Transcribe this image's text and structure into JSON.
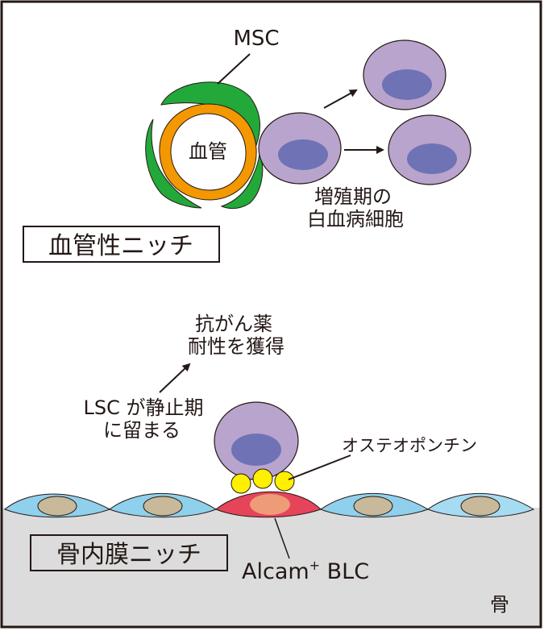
{
  "labels": {
    "msc": "MSC",
    "vessel": "血管",
    "proliferating_line1": "増殖期の",
    "proliferating_line2": "白血病細胞",
    "vascular_niche": "血管性ニッチ",
    "drug_resistance_line1": "抗がん薬",
    "drug_resistance_line2": "耐性を獲得",
    "lsc_quiescent_line1": "LSC が静止期",
    "lsc_quiescent_line2": "に留まる",
    "osteopontin": "オステオポンチン",
    "endosteal_niche": "骨内膜ニッチ",
    "blc_name": "Alcam",
    "blc_sup": "+",
    "blc_suffix": " BLC",
    "bone": "骨"
  },
  "colors": {
    "msc_green": "#22a93a",
    "vessel_orange": "#f39800",
    "cell_lavender": "#b8a4cc",
    "nucleus_blue": "#6f72b5",
    "osteopontin_yellow": "#fff000",
    "blc_red": "#e5445a",
    "blc_nucleus": "#ee9b78",
    "osteoblast_blue": "#8fd0ec",
    "osteoblast_nucleus": "#c7b99a",
    "bone_gray": "#dcdcdc",
    "outline": "#231815"
  }
}
